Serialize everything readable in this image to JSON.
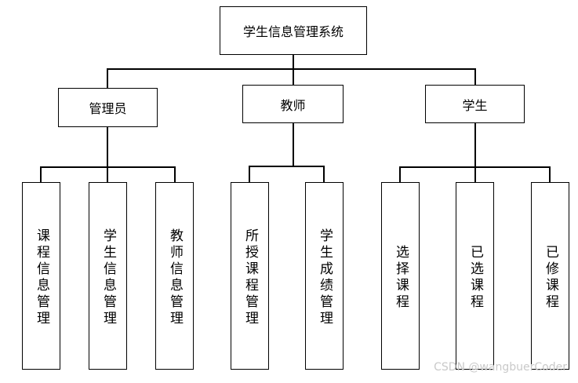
{
  "root": {
    "label": "学生信息管理系统"
  },
  "roles": [
    {
      "label": "管理员",
      "modules": [
        "课程信息管理",
        "学生信息管理",
        "教师信息管理"
      ]
    },
    {
      "label": "教师",
      "modules": [
        "所授课程管理",
        "学生成绩管理"
      ]
    },
    {
      "label": "学生",
      "modules": [
        "选择课程",
        "已选课程",
        "已修课程"
      ]
    }
  ],
  "watermark": "CSDN @wangbuerCoder"
}
